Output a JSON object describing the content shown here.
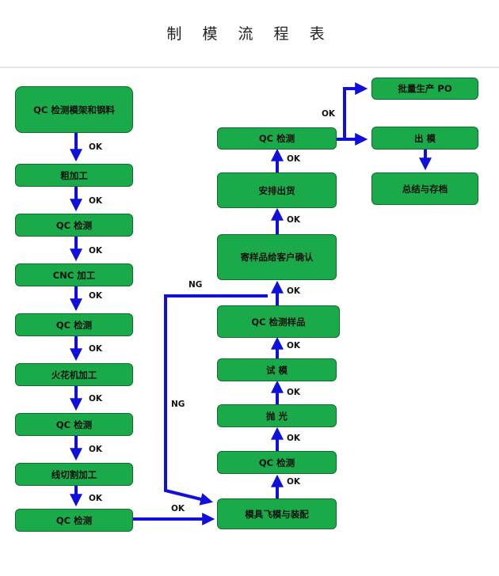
{
  "title": "制 模 流 程 表",
  "nodes": {
    "n1": "QC 检测模架和钢料",
    "n2": "粗加工",
    "n3": "QC 检测",
    "n4": "CNC 加工",
    "n5": "QC 检测",
    "n6": "火花机加工",
    "n7": "QC 检测",
    "n8": "线切割加工",
    "n9": "QC 检测",
    "n10": "模具飞模与装配",
    "n11": "QC 检测",
    "n12": "抛  光",
    "n13": "试  模",
    "n14": "QC 检测样品",
    "n15": "寄样品给客户确认",
    "n16": "安排出货",
    "n17": "QC 检测",
    "n18": "批量生产 PO",
    "n19": "出  模",
    "n20": "总结与存档"
  },
  "labels": {
    "ok": "OK",
    "ng": "NG"
  },
  "colors": {
    "box": "#1aaa4a",
    "arrow": "#1010dd"
  }
}
